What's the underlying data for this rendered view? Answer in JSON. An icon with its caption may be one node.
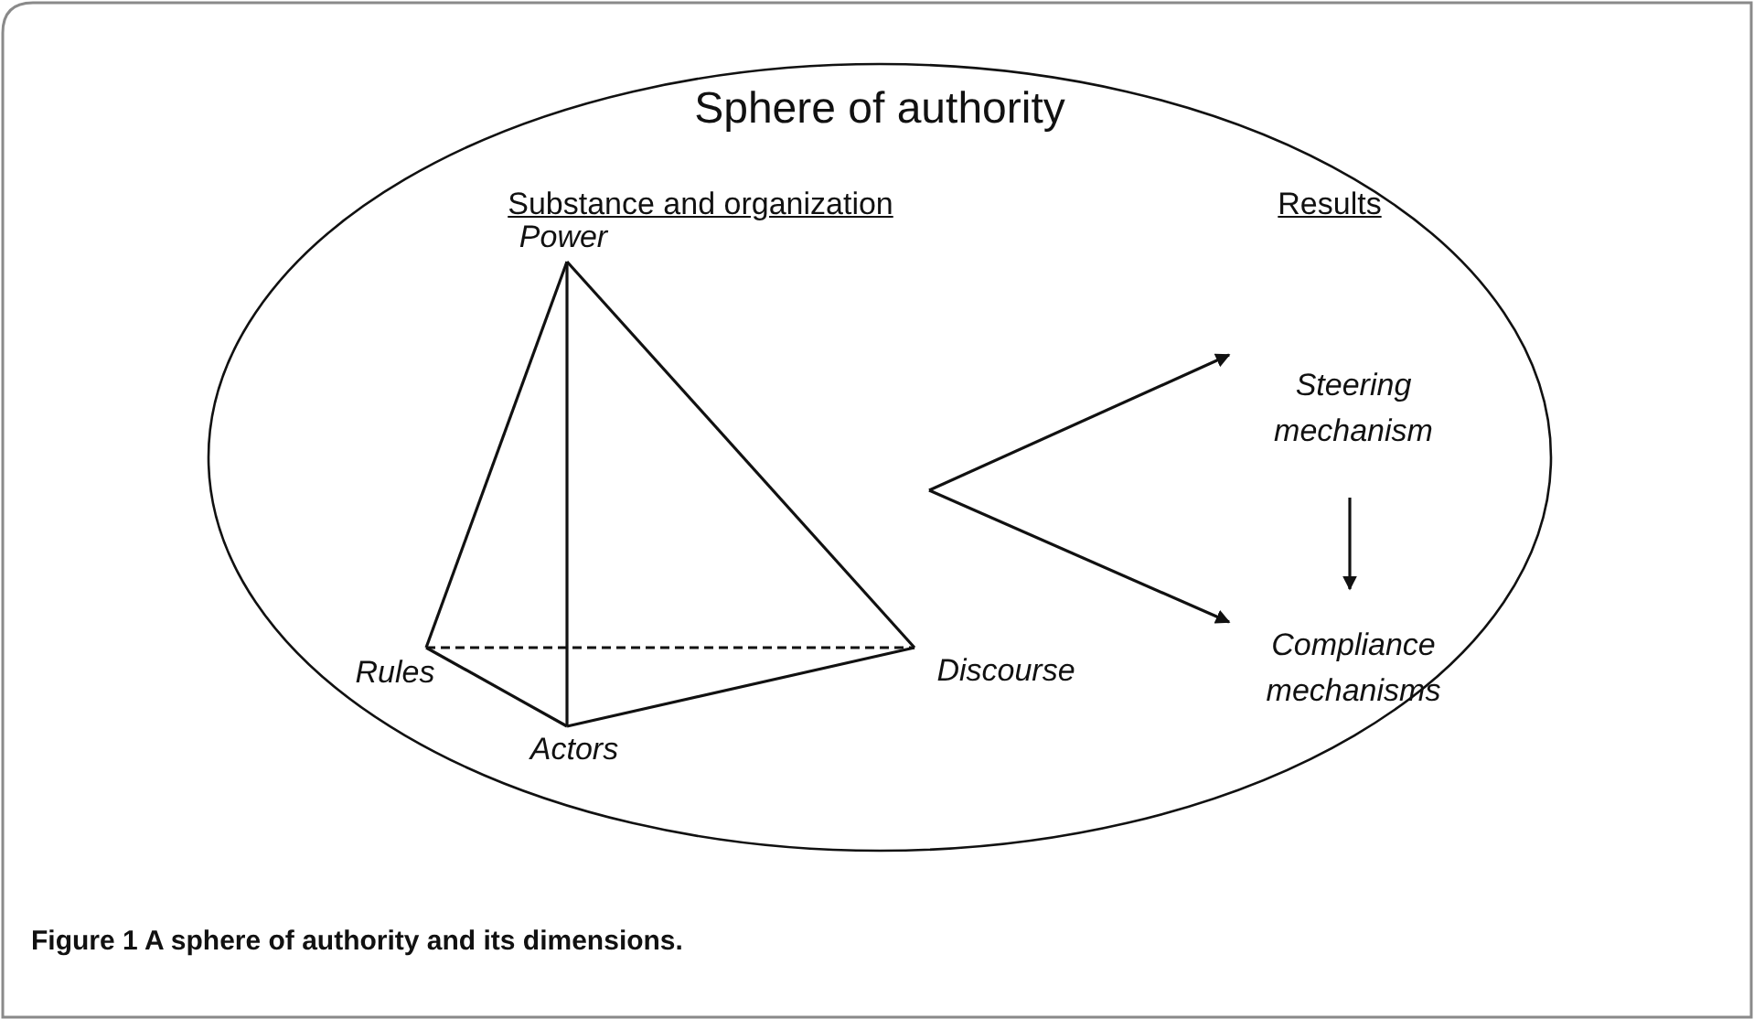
{
  "diagram": {
    "caption": "Figure 1 A sphere of authority and its dimensions.",
    "nodes": [
      {
        "text": [
          "Sphere of authority"
        ]
      },
      {
        "text": [],
        "shape": "pyramid",
        "in": 0
      },
      {
        "text": [
          "Steering mechanism"
        ],
        "in": 0
      },
      {
        "text": [
          "Compliance mechanisms"
        ],
        "in": 0
      }
    ],
    "edges": [
      {
        "from": 1,
        "to": 2,
        "arrow": "to"
      },
      {
        "from": 1,
        "to": 3,
        "arrow": "to"
      },
      {
        "from": 2,
        "to": 3,
        "arrow": "to"
      }
    ],
    "labels": [
      "Substance and organization",
      "Results",
      "Power",
      "Rules",
      "Discourse",
      "Actors"
    ]
  }
}
